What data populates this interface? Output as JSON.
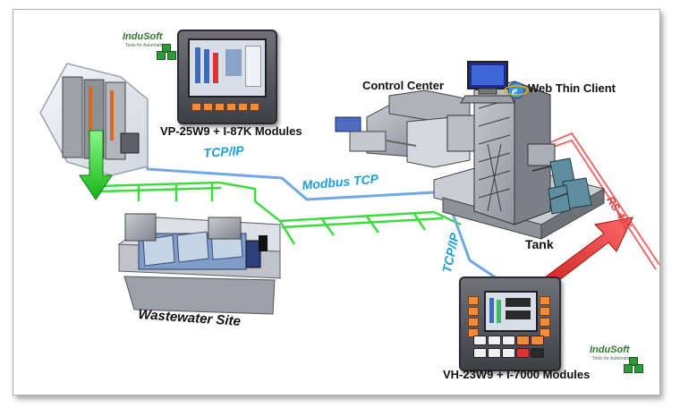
{
  "diagram": {
    "labels": {
      "control_center": "Control Center",
      "web_thin_client": "Web Thin Client",
      "vp_panel": "VP-25W9 + I-87K Modules",
      "vh_panel": "VH-23W9 + I-7000 Modules",
      "wastewater_site": "Wastewater Site",
      "tank": "Tank"
    },
    "links": {
      "tcp_ip_top": "TCP/IP",
      "modbus_tcp": "Modbus TCP",
      "tcp_ip_vertical": "TCP/IP",
      "rs485": "RS-485"
    },
    "logos": {
      "word": "InduSoft",
      "tagline": "Tools for Automation"
    },
    "colors": {
      "tcp_line": "#6fa8e8",
      "ethernet_green": "#3ddc3d",
      "rs485_red": "#ee6b6b",
      "label_blue": "#1b9fd6",
      "panel_button": "#f08c3c"
    },
    "icons": [
      "induSoft-logo-icon",
      "touch-panel-icon",
      "io-module-rack-icon",
      "wastewater-plant-icon",
      "tank-tower-icon",
      "control-center-building-icon",
      "thin-client-monitor-icon",
      "web-globe-icon",
      "io-module-icon",
      "signal-arrow-icon"
    ]
  }
}
